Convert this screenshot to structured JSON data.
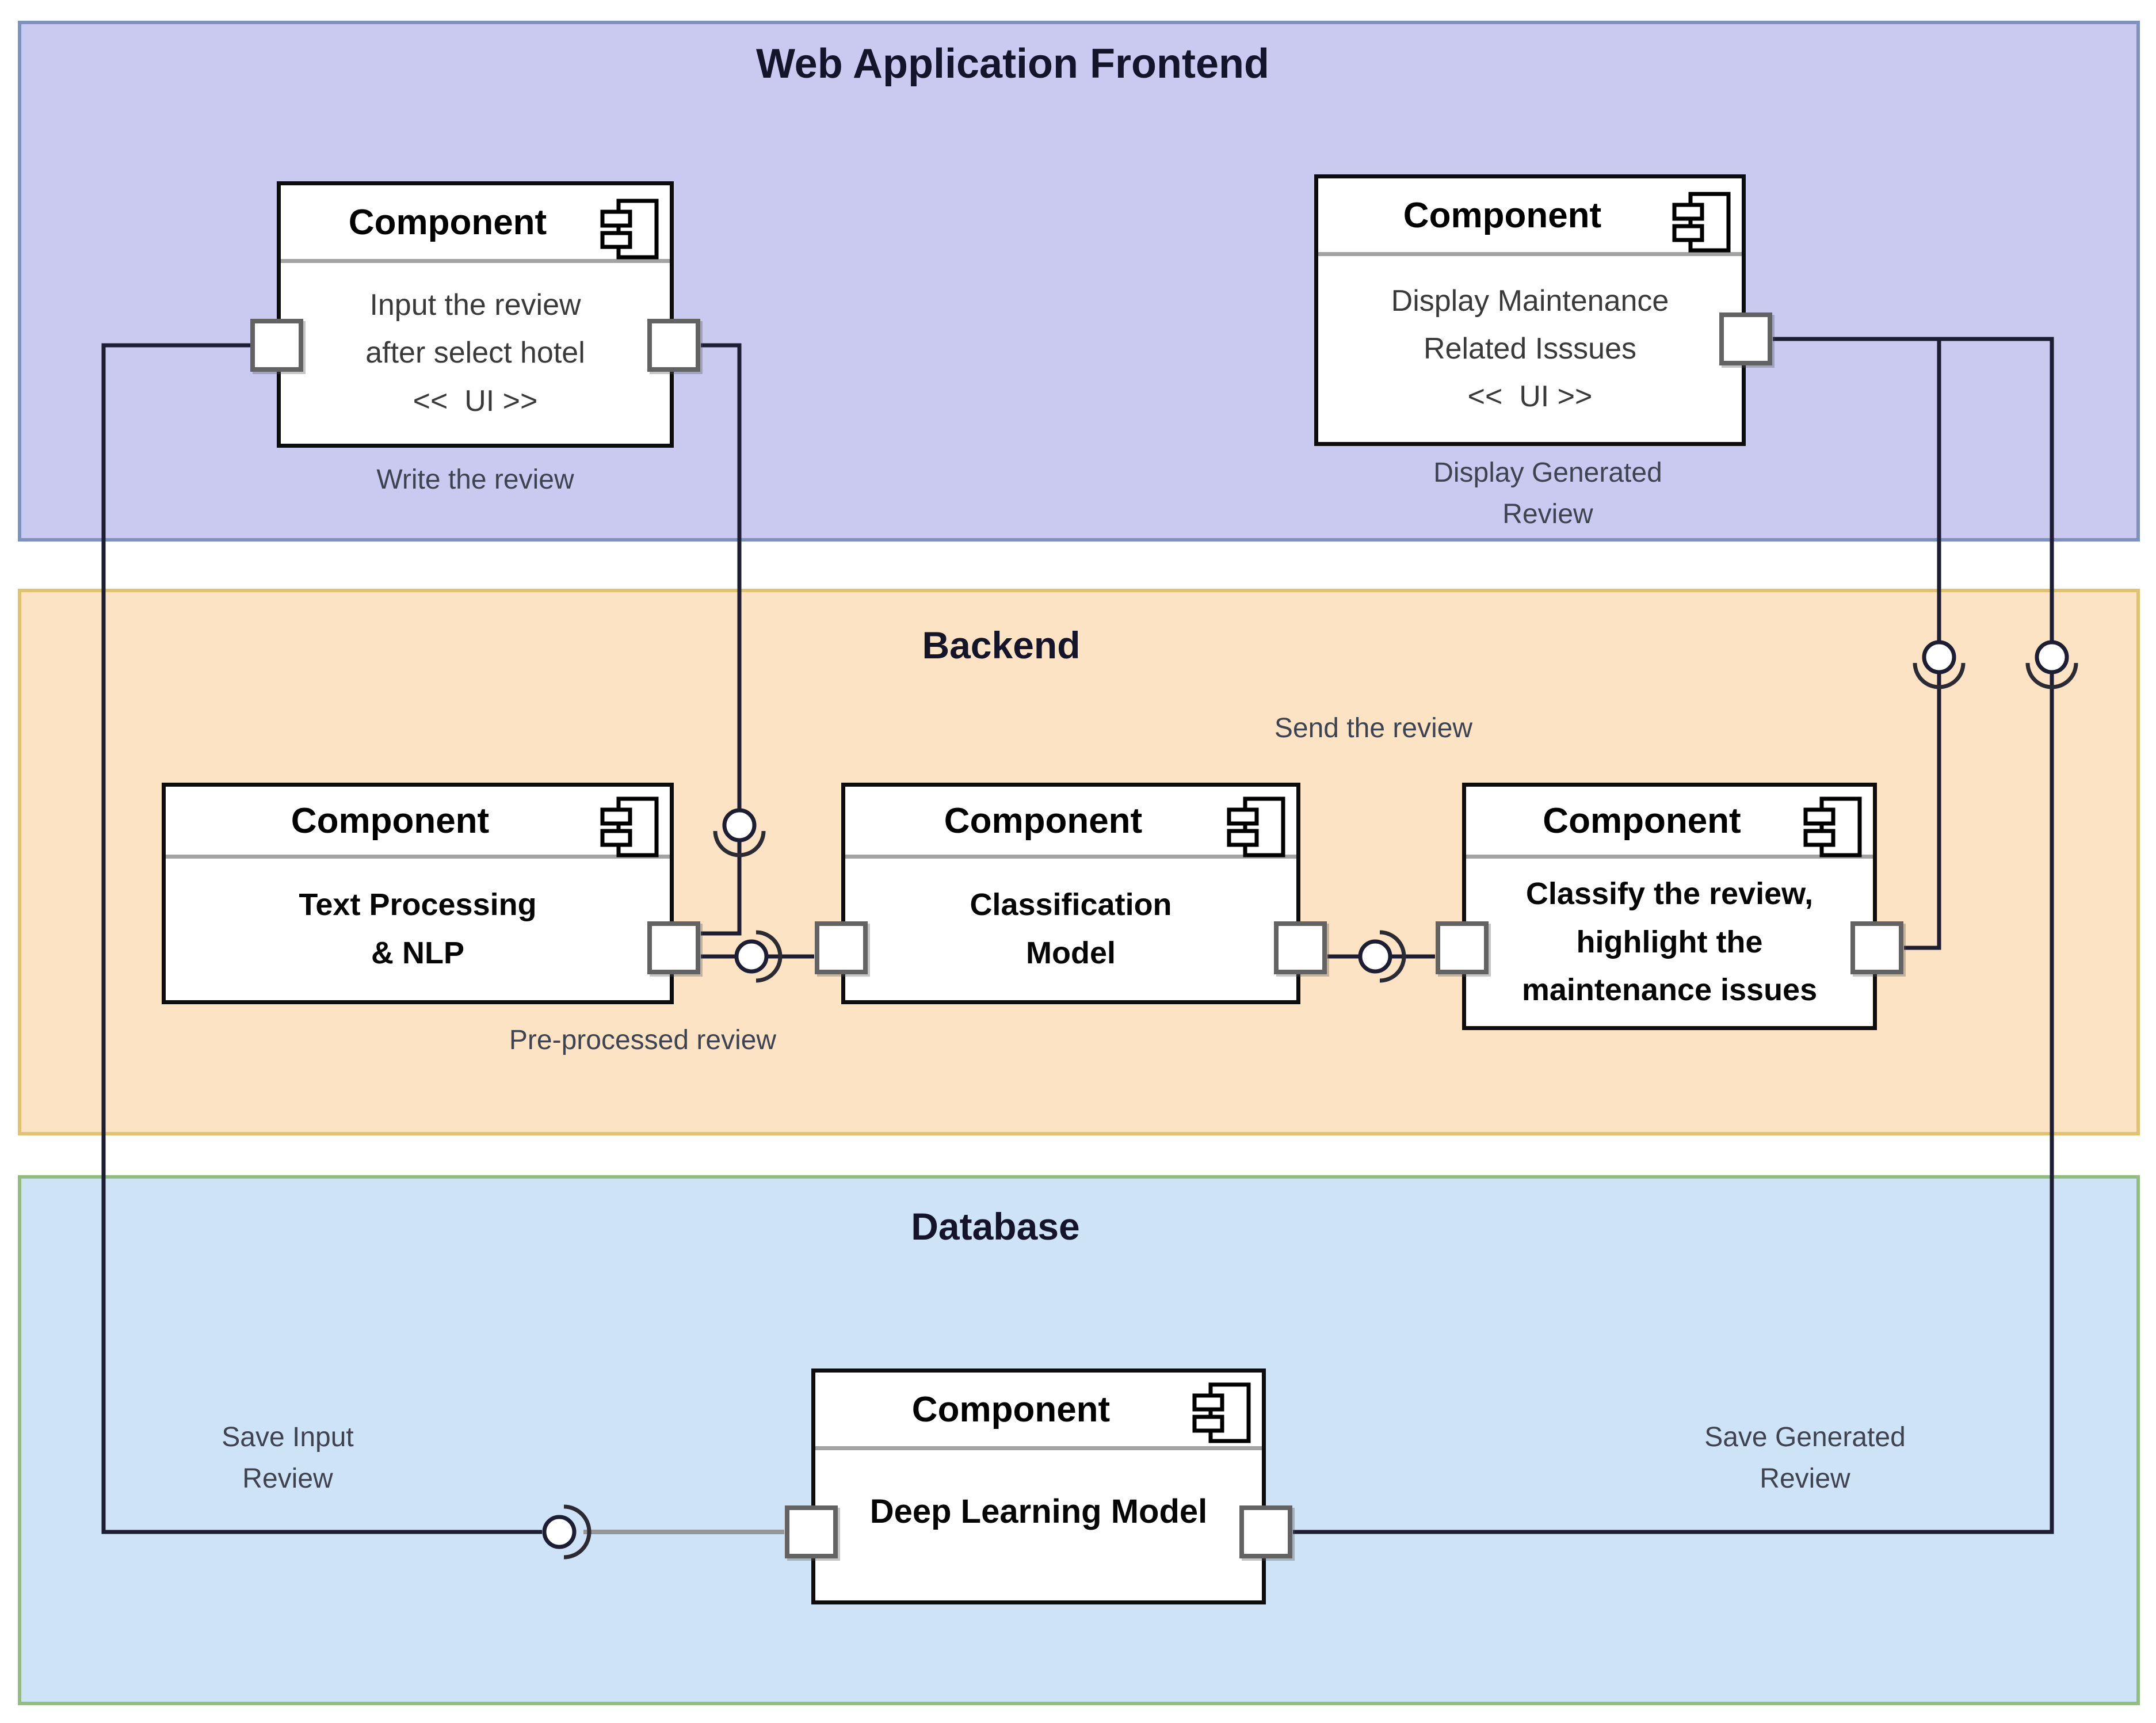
{
  "colors": {
    "frontend_fill": "#cacaf1",
    "frontend_border": "#7e92c0",
    "backend_fill": "#fbe3c4",
    "backend_border": "#e2c26e",
    "database_fill": "#cfe3f6",
    "database_border": "#92bd80",
    "box_fill": "#ffffff",
    "box_border": "#0d0d0d",
    "divider": "#a3a3a3",
    "line": "#1d1d33",
    "line_gray": "#979797",
    "arc": "#2b2b33",
    "port_border": "#636363",
    "text_title": "#14142b",
    "text_body": "#3a3a3a",
    "text_caption": "#3e4352"
  },
  "layers": {
    "frontend": {
      "title": "Web Application Frontend"
    },
    "backend": {
      "title": "Backend"
    },
    "database": {
      "title": "Database"
    }
  },
  "components": {
    "input_review": {
      "header": "Component",
      "line1": "Input the review",
      "line2": "after select hotel",
      "stereotype": "<<  UI >>",
      "caption": "Write the review"
    },
    "display_issues": {
      "header": "Component",
      "line1": "Display Maintenance",
      "line2": "Related Isssues",
      "stereotype": "<<  UI >>",
      "caption_line1": "Display Generated",
      "caption_line2": "Review"
    },
    "text_processing": {
      "header": "Component",
      "line1": "Text Processing",
      "line2": "& NLP",
      "caption": "Pre-processed review"
    },
    "classification_model": {
      "header": "Component",
      "line1": "Classification",
      "line2": "Model"
    },
    "classify_review": {
      "header": "Component",
      "line1": "Classify the review,",
      "line2": "highlight the",
      "line3": "maintenance issues"
    },
    "deep_learning": {
      "header": "Component",
      "line1": "Deep Learning Model"
    }
  },
  "edge_labels": {
    "send_review": "Send the review",
    "save_input_line1": "Save Input",
    "save_input_line2": "Review",
    "save_generated_line1": "Save Generated",
    "save_generated_line2": "Review"
  }
}
